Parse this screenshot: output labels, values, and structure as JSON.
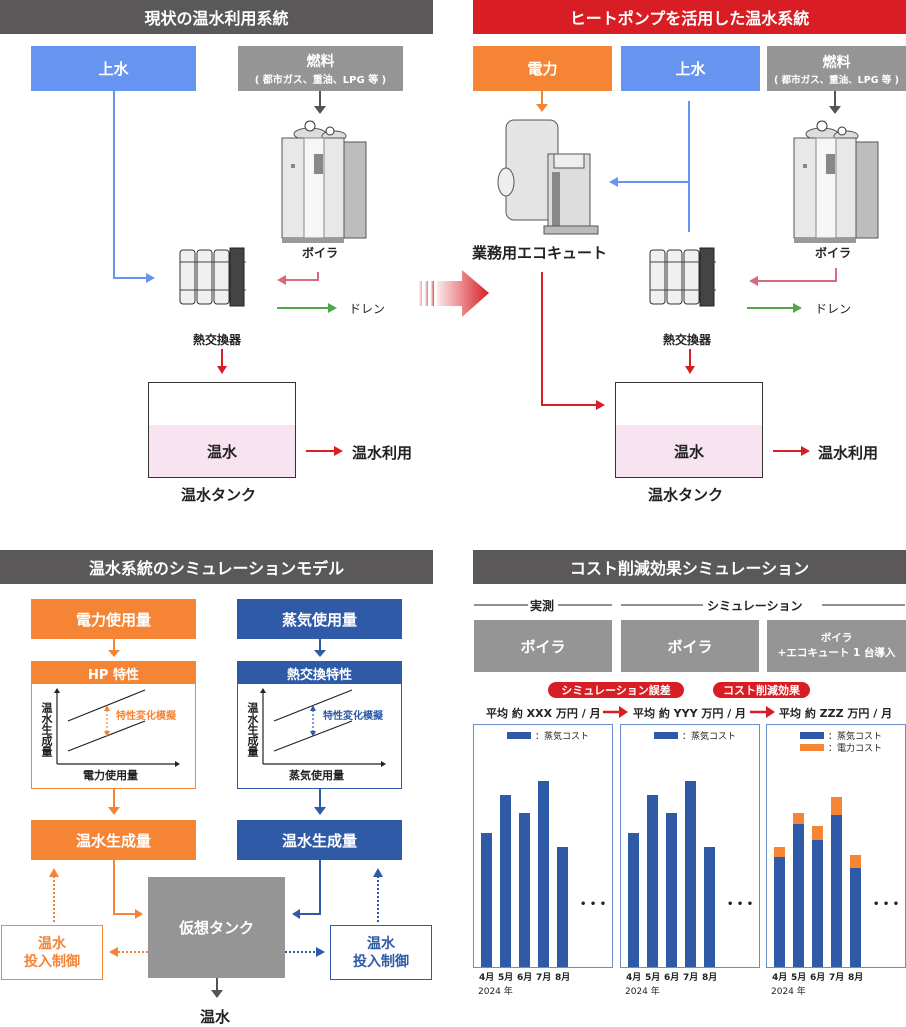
{
  "colors": {
    "header_dark": "#5a5859",
    "header_red": "#d81e24",
    "water_blue": "#6694f0",
    "fuel_gray": "#959595",
    "power_orange": "#f58535",
    "steam_blue": "#2e5aa7",
    "drain_green": "#4fa84b",
    "return_pink": "#d86a80",
    "hot_red": "#d81e24",
    "tank_pink": "#f8e3f0",
    "virtual_tank_gray": "#959595"
  },
  "current_system": {
    "title": "現状の温水利用系統",
    "water_label": "上水",
    "fuel_label": "燃料",
    "fuel_sub": "( 都市ガス、重油、LPG 等 )",
    "boiler_label": "ボイラ",
    "drain_label": "ドレン",
    "heat_exchanger_label": "熱交換器",
    "tank_water_label": "温水",
    "tank_label": "温水タンク",
    "use_label": "温水利用"
  },
  "heatpump_system": {
    "title": "ヒートポンプを活用した温水系統",
    "power_label": "電力",
    "water_label": "上水",
    "fuel_label": "燃料",
    "fuel_sub": "( 都市ガス、重油、LPG 等 )",
    "ecocute_label": "業務用エコキュート",
    "boiler_label": "ボイラ",
    "drain_label": "ドレン",
    "heat_exchanger_label": "熱交換器",
    "tank_water_label": "温水",
    "tank_label": "温水タンク",
    "use_label": "温水利用"
  },
  "simulation_model": {
    "title": "温水系統のシミュレーションモデル",
    "left": {
      "input_label": "電力使用量",
      "char_title": "HP 特性",
      "y_axis": "温水生成量",
      "x_axis": "電力使用量",
      "annotation": "特性変化模擬",
      "output_label": "温水生成量",
      "control_label_1": "温水",
      "control_label_2": "投入制御"
    },
    "right": {
      "input_label": "蒸気使用量",
      "char_title": "熱交換特性",
      "y_axis": "温水生成量",
      "x_axis": "蒸気使用量",
      "annotation": "特性変化模擬",
      "output_label": "温水生成量",
      "control_label_1": "温水",
      "control_label_2": "投入制御"
    },
    "virtual_tank_label": "仮想タンク",
    "output_label": "温水"
  },
  "cost_simulation": {
    "title": "コスト削減効果シミュレーション",
    "group_measured": "実測",
    "group_simulation": "シミュレーション",
    "scenarios": [
      {
        "label": "ボイラ"
      },
      {
        "label": "ボイラ"
      },
      {
        "label_1": "ボイラ",
        "label_2": "+エコキュート 1 台導入"
      }
    ],
    "badge_error": "シミュレーション誤差",
    "badge_effect": "コスト削減効果",
    "averages": [
      "平均 約 XXX 万円 / 月",
      "平均 約 YYY 万円 / 月",
      "平均 約 ZZZ 万円 / 月"
    ],
    "ellipsis": "• • •",
    "year_label": "2024 年"
  },
  "chart_data": [
    {
      "type": "bar",
      "title": "実測 ボイラ",
      "categories": [
        "4月",
        "5月",
        "6月",
        "7月",
        "8月"
      ],
      "series": [
        {
          "name": "：蒸気コスト",
          "color": "#2e5aa7",
          "values": [
            134,
            172,
            154,
            186,
            120
          ]
        }
      ],
      "xlabel": "2024 年",
      "ylabel": "",
      "ylim": [
        0,
        243
      ],
      "grid": false,
      "legend": "top",
      "note": "values in relative units (no y-axis scale shown)"
    },
    {
      "type": "bar",
      "title": "シミュレーション ボイラ",
      "categories": [
        "4月",
        "5月",
        "6月",
        "7月",
        "8月"
      ],
      "series": [
        {
          "name": "：蒸気コスト",
          "color": "#2e5aa7",
          "values": [
            134,
            172,
            154,
            186,
            120
          ]
        }
      ],
      "xlabel": "2024 年",
      "ylabel": "",
      "ylim": [
        0,
        243
      ],
      "grid": false,
      "legend": "top",
      "note": "values in relative units (no y-axis scale shown)"
    },
    {
      "type": "bar",
      "stacked": true,
      "title": "シミュレーション ボイラ+エコキュート 1 台導入",
      "categories": [
        "4月",
        "5月",
        "6月",
        "7月",
        "8月"
      ],
      "series": [
        {
          "name": "：蒸気コスト",
          "color": "#2e5aa7",
          "values": [
            110,
            143,
            127,
            152,
            99
          ]
        },
        {
          "name": "：電力コスト",
          "color": "#f58535",
          "values": [
            10,
            11,
            14,
            18,
            13
          ]
        }
      ],
      "xlabel": "2024 年",
      "ylabel": "",
      "ylim": [
        0,
        243
      ],
      "grid": false,
      "legend": "top",
      "note": "values in relative units (no y-axis scale shown)"
    }
  ]
}
